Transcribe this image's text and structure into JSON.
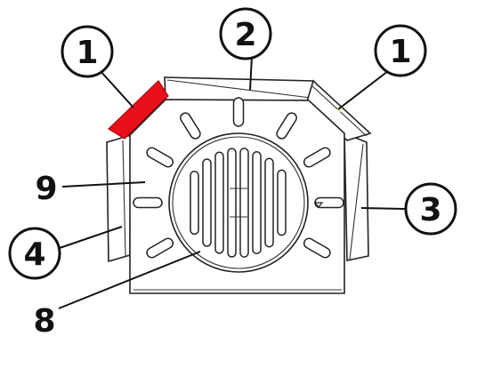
{
  "diagram": {
    "highlight_color": "#e8101a",
    "callouts": [
      {
        "id": "callout-1-left",
        "label": "1",
        "style": "circle"
      },
      {
        "id": "callout-2",
        "label": "2",
        "style": "circle"
      },
      {
        "id": "callout-1-right",
        "label": "1",
        "style": "circle"
      },
      {
        "id": "callout-3",
        "label": "3",
        "style": "circle"
      },
      {
        "id": "callout-4",
        "label": "4",
        "style": "circle"
      },
      {
        "id": "callout-9",
        "label": "9",
        "style": "plain"
      },
      {
        "id": "callout-8",
        "label": "8",
        "style": "plain"
      }
    ]
  }
}
